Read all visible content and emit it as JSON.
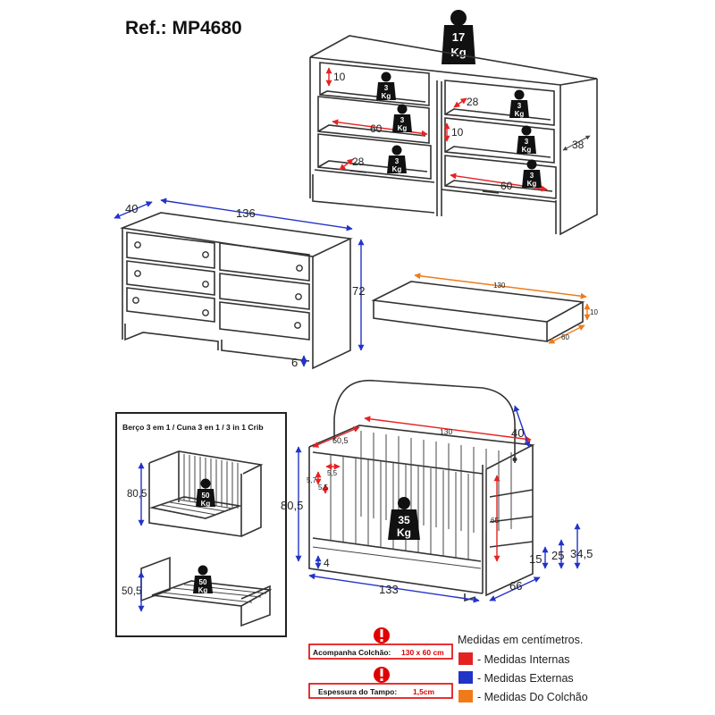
{
  "title": "Ref.: MP4680",
  "colors": {
    "internal": "#e52222",
    "external": "#2233c8",
    "mattress": "#f07a18",
    "weight": "#111111",
    "alert": "#e00000"
  },
  "weights": {
    "top": {
      "value": "17",
      "unit": "Kg"
    },
    "drawer_a": {
      "value": "3",
      "unit": "Kg"
    },
    "drawer_b": {
      "value": "3",
      "unit": "Kg"
    },
    "drawer_c": {
      "value": "3",
      "unit": "Kg"
    },
    "drawer_d": {
      "value": "3",
      "unit": "Kg"
    },
    "drawer_e": {
      "value": "3",
      "unit": "Kg"
    },
    "drawer_f": {
      "value": "3",
      "unit": "Kg"
    },
    "crib": {
      "value": "35",
      "unit": "Kg"
    },
    "inset_sofa": {
      "value": "50",
      "unit": "Kg"
    },
    "inset_bed": {
      "value": "50",
      "unit": "Kg"
    }
  },
  "dims": {
    "drawer_height": "10",
    "drawer_depth_a": "28",
    "drawer_width_a": "60",
    "drawer_height_b": "10",
    "drawer_depth_b": "28",
    "drawer_width_b": "60",
    "dresser_depth_side": "38",
    "dresser_depth": "40",
    "dresser_width": "136",
    "dresser_height": "72",
    "dresser_base": "6",
    "mattress_width": "130",
    "mattress_height": "10",
    "mattress_depth": "60",
    "crib_inner_width": "130",
    "crib_inner_depth": "60,5",
    "crib_headboard": "40",
    "crib_slat_a": "5,7",
    "crib_slat_b": "5,5",
    "crib_slat_c": "5,5",
    "crib_height": "80,5",
    "crib_rail": "65",
    "crib_base": "4",
    "crib_width": "133",
    "crib_depth": "66",
    "crib_level_1": "15",
    "crib_level_2": "25",
    "crib_level_3": "34,5",
    "inset_sofa_height": "80,5",
    "inset_bed_height": "50,5"
  },
  "inset": {
    "title": "Berço 3 em 1 / Cuna 3 en 1 / 3 in 1 Crib"
  },
  "notices": {
    "mattress": {
      "label": "Acompanha Colchão:",
      "value": "130 x 60 cm"
    },
    "top": {
      "label": "Espessura do Tampo:",
      "value": "1,5cm"
    }
  },
  "legend": {
    "heading": "Medidas em centímetros.",
    "items": [
      {
        "label": "- Medidas Internas",
        "color": "#e52222"
      },
      {
        "label": "- Medidas Externas",
        "color": "#2233c8"
      },
      {
        "label": "- Medidas Do Colchão",
        "color": "#f07a18"
      }
    ]
  }
}
